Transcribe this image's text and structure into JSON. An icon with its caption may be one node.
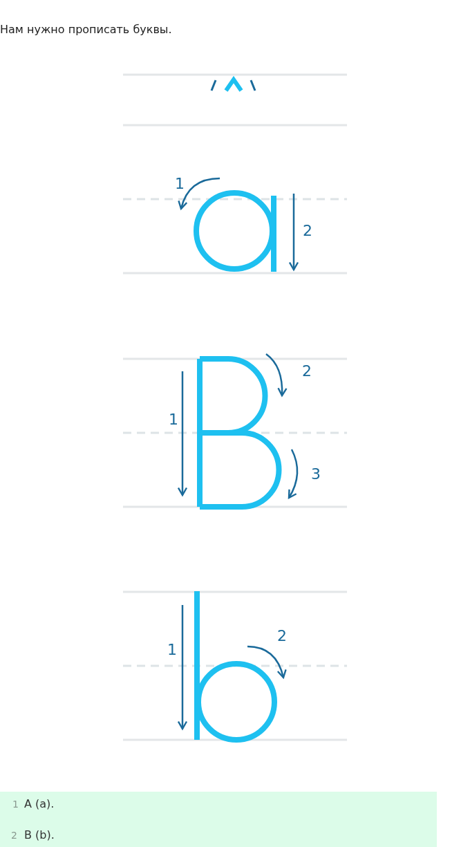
{
  "diagram": {
    "labels": [
      "Нам нужно прописать буквы.",
      "1",
      "2",
      "2",
      "1",
      "3",
      "2",
      "1",
      "1",
      "A (a).",
      "2",
      "B (b)."
    ]
  }
}
